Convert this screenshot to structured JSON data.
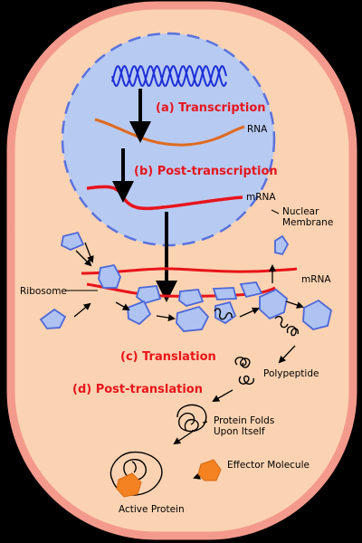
{
  "colors": {
    "background": "#000000",
    "cell_fill": "#fbd3b2",
    "cell_stroke": "#f39a8c",
    "nucleus_fill": "#b7caf2",
    "nucleus_stroke": "#5a72e0",
    "dna": "#1e2fd6",
    "rna": "#e06a1f",
    "mrna": "#e8141b",
    "ribosome_fill": "#aec3f2",
    "ribosome_stroke": "#4d67d9",
    "effector": "#f58220",
    "step_label": "#e8141b"
  },
  "steps": {
    "transcription": "(a) Transcription",
    "post_transcription": "(b) Post-transcription",
    "translation": "(c) Translation",
    "post_translation": "(d) Post-translation"
  },
  "labels": {
    "rna": "RNA",
    "mrna_nucleus": "mRNA",
    "nuclear_membrane_line1": "Nuclear",
    "nuclear_membrane_line2": "Membrane",
    "mrna_cytoplasm": "mRNA",
    "ribosome": "Ribosome",
    "polypeptide": "Polypeptide",
    "protein_folds_line1": "Protein Folds",
    "protein_folds_line2": "Upon Itself",
    "effector_molecule": "Effector Molecule",
    "active_protein": "Active Protein"
  },
  "icons": [
    "dna-helix-icon",
    "ribosome-icon",
    "effector-molecule-icon"
  ]
}
